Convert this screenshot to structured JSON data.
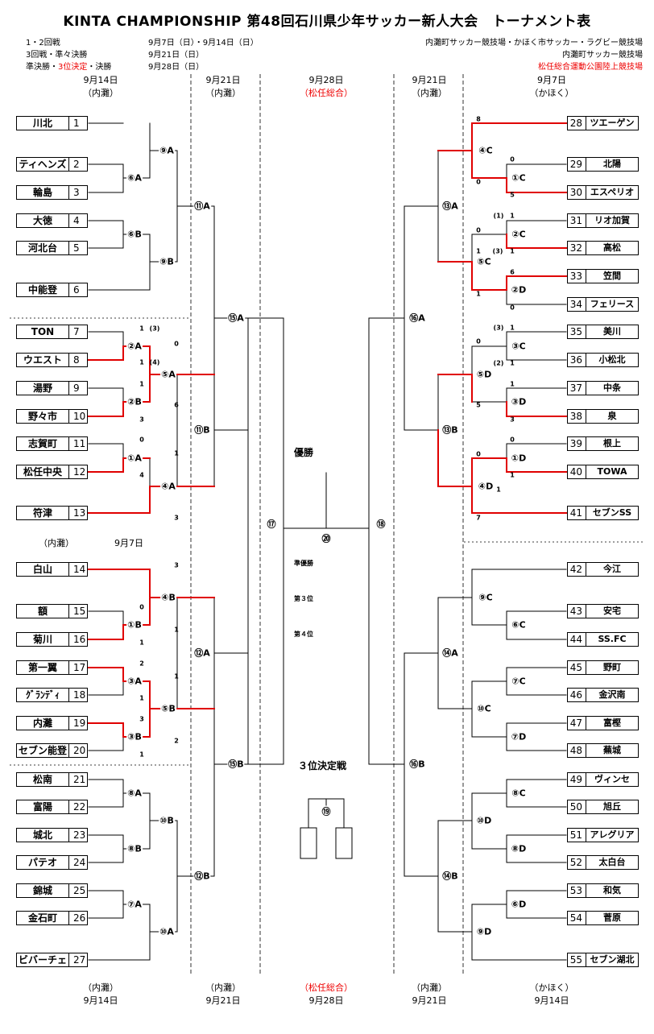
{
  "title": "KINTA CHAMPIONSHIP 第48回石川県少年サッカー新人大会　トーナメント表",
  "schedule": [
    {
      "round": "1・2回戦",
      "dates": "9月7日（日）・9月14日（日）"
    },
    {
      "round": "3回戦・準々決勝",
      "dates": "9月21日（日）"
    },
    {
      "round_a": "準決勝・",
      "round_b": "3位決定",
      "round_c": "・決勝",
      "dates": "9月28日（日）"
    }
  ],
  "venues": {
    "v1": "内灘町サッカー競技場・かほく市サッカー・ラグビー競技場",
    "v2": "内灘町サッカー競技場",
    "v3": "松任総合運動公園陸上競技場"
  },
  "colors": {
    "accent": "#e00000",
    "line": "#000000"
  },
  "headers_top": [
    {
      "date": "9月14日",
      "place": "（内灘）"
    },
    {
      "date": "9月21日",
      "place": "（内灘）"
    },
    {
      "date": "9月28日",
      "place": "（松任総合）"
    },
    {
      "date": "9月21日",
      "place": "（内灘）"
    },
    {
      "date": "9月7日",
      "place": "（かほく）"
    }
  ],
  "headers_bottom": [
    {
      "date": "9月14日",
      "place": "（内灘）"
    },
    {
      "date": "9月21日",
      "place": "（内灘）"
    },
    {
      "date": "9月28日",
      "place": "（松任総合）"
    },
    {
      "date": "9月21日",
      "place": "（内灘）"
    },
    {
      "date": "9月14日",
      "place": "（かほく）"
    }
  ],
  "mid_note": {
    "place": "（内灘）",
    "date": "9月7日"
  },
  "left_teams": [
    {
      "num": "1",
      "name": "川北"
    },
    {
      "num": "2",
      "name": "ティヘンズ"
    },
    {
      "num": "3",
      "name": "輪島"
    },
    {
      "num": "4",
      "name": "大徳"
    },
    {
      "num": "5",
      "name": "河北台"
    },
    {
      "num": "6",
      "name": "中能登"
    },
    {
      "num": "7",
      "name": "TON"
    },
    {
      "num": "8",
      "name": "ウエスト"
    },
    {
      "num": "9",
      "name": "湯野"
    },
    {
      "num": "10",
      "name": "野々市"
    },
    {
      "num": "11",
      "name": "志賀町"
    },
    {
      "num": "12",
      "name": "松任中央"
    },
    {
      "num": "13",
      "name": "符津"
    },
    {
      "num": "14",
      "name": "白山"
    },
    {
      "num": "15",
      "name": "額"
    },
    {
      "num": "16",
      "name": "菊川"
    },
    {
      "num": "17",
      "name": "第一翼"
    },
    {
      "num": "18",
      "name": "ｸﾞﾗﾝﾃﾞｨ"
    },
    {
      "num": "19",
      "name": "内灘"
    },
    {
      "num": "20",
      "name": "セブン能登"
    },
    {
      "num": "21",
      "name": "松南"
    },
    {
      "num": "22",
      "name": "富陽"
    },
    {
      "num": "23",
      "name": "城北"
    },
    {
      "num": "24",
      "name": "パテオ"
    },
    {
      "num": "25",
      "name": "錦城"
    },
    {
      "num": "26",
      "name": "金石町"
    },
    {
      "num": "27",
      "name": "ビバーチェ"
    }
  ],
  "right_teams": [
    {
      "num": "28",
      "name": "ツエーゲン"
    },
    {
      "num": "29",
      "name": "北陽"
    },
    {
      "num": "30",
      "name": "エスペリオ"
    },
    {
      "num": "31",
      "name": "リオ加賀"
    },
    {
      "num": "32",
      "name": "高松"
    },
    {
      "num": "33",
      "name": "笠間"
    },
    {
      "num": "34",
      "name": "フェリース"
    },
    {
      "num": "35",
      "name": "美川"
    },
    {
      "num": "36",
      "name": "小松北"
    },
    {
      "num": "37",
      "name": "中条"
    },
    {
      "num": "38",
      "name": "泉"
    },
    {
      "num": "39",
      "name": "根上"
    },
    {
      "num": "40",
      "name": "TOWA"
    },
    {
      "num": "41",
      "name": "セブンSS"
    },
    {
      "num": "42",
      "name": "今江"
    },
    {
      "num": "43",
      "name": "安宅"
    },
    {
      "num": "44",
      "name": "SS.FC"
    },
    {
      "num": "45",
      "name": "野町"
    },
    {
      "num": "46",
      "name": "金沢南"
    },
    {
      "num": "47",
      "name": "富樫"
    },
    {
      "num": "48",
      "name": "蕪城"
    },
    {
      "num": "49",
      "name": "ヴィンセ"
    },
    {
      "num": "50",
      "name": "旭丘"
    },
    {
      "num": "51",
      "name": "アレグリア"
    },
    {
      "num": "52",
      "name": "太白台"
    },
    {
      "num": "53",
      "name": "和気"
    },
    {
      "num": "54",
      "name": "菅原"
    },
    {
      "num": "55",
      "name": "セブン湖北"
    }
  ],
  "match_labels": {
    "l_9A": "⑨A",
    "l_6A": "⑥A",
    "l_6B": "⑥B",
    "l_9B": "⑨B",
    "l_2A": "②A",
    "l_2B": "②B",
    "l_5A": "⑤A",
    "l_1A": "①A",
    "l_4A": "④A",
    "l_4B": "④B",
    "l_1B": "①B",
    "l_3A": "③A",
    "l_3B": "③B",
    "l_5B": "⑤B",
    "l_8A": "⑧A",
    "l_8B": "⑧B",
    "l_10B": "⑩B",
    "l_7A": "⑦A",
    "l_10A": "⑩A",
    "l_11A": "⑪A",
    "l_11B": "⑪B",
    "l_12A": "⑫A",
    "l_12B": "⑫B",
    "l_15A": "⑮A",
    "l_15B": "⑮B",
    "l_17": "⑰",
    "r_4C": "④C",
    "r_1C": "①C",
    "r_2C": "②C",
    "r_5C": "⑤C",
    "r_2D": "②D",
    "r_3C": "③C",
    "r_5D": "⑤D",
    "r_3D": "③D",
    "r_1D": "①D",
    "r_4D": "④D",
    "r_9C": "⑨C",
    "r_6C": "⑥C",
    "r_7C": "⑦C",
    "r_10C": "⑩C",
    "r_7D": "⑦D",
    "r_8C": "⑧C",
    "r_10D": "⑩D",
    "r_8D": "⑧D",
    "r_6D": "⑥D",
    "r_9D": "⑨D",
    "r_13A": "⑬A",
    "r_13B": "⑬B",
    "r_14A": "⑭A",
    "r_14B": "⑭B",
    "r_16A": "⑯A",
    "r_16B": "⑯B",
    "r_18": "⑱",
    "final": "⑳",
    "third": "⑲"
  },
  "center": {
    "champion": "優勝",
    "runner_up": "準優勝",
    "third": "第３位",
    "fourth": "第４位",
    "third_place_match": "３位決定戦"
  },
  "scores": [
    {
      "id": "s1",
      "text": "1"
    },
    {
      "id": "s2",
      "text": "(3)"
    },
    {
      "id": "s3",
      "text": "1"
    },
    {
      "id": "s4",
      "text": "(4)"
    },
    {
      "id": "s5",
      "text": "0"
    },
    {
      "id": "s6",
      "text": "1"
    },
    {
      "id": "s7",
      "text": "3"
    },
    {
      "id": "s8",
      "text": "6"
    },
    {
      "id": "s9",
      "text": "0"
    },
    {
      "id": "s10",
      "text": "4"
    },
    {
      "id": "s11",
      "text": "1"
    },
    {
      "id": "s12",
      "text": "3"
    },
    {
      "id": "s13",
      "text": "3"
    },
    {
      "id": "s14",
      "text": "0"
    },
    {
      "id": "s15",
      "text": "1"
    },
    {
      "id": "s16",
      "text": "1"
    },
    {
      "id": "s17",
      "text": "2"
    },
    {
      "id": "s18",
      "text": "1"
    },
    {
      "id": "s19",
      "text": "1"
    },
    {
      "id": "s20",
      "text": "3"
    },
    {
      "id": "s21",
      "text": "1"
    },
    {
      "id": "s22",
      "text": "2"
    },
    {
      "id": "s23",
      "text": "8"
    },
    {
      "id": "s24",
      "text": "0"
    },
    {
      "id": "s25",
      "text": "0"
    },
    {
      "id": "s26",
      "text": "5"
    },
    {
      "id": "s27",
      "text": "(1)"
    },
    {
      "id": "s28",
      "text": "1"
    },
    {
      "id": "s29",
      "text": "0"
    },
    {
      "id": "s30",
      "text": "(3)"
    },
    {
      "id": "s31",
      "text": "1"
    },
    {
      "id": "s32",
      "text": "1"
    },
    {
      "id": "s33",
      "text": "6"
    },
    {
      "id": "s34",
      "text": "1"
    },
    {
      "id": "s35",
      "text": "0"
    },
    {
      "id": "s36",
      "text": "(3)"
    },
    {
      "id": "s37",
      "text": "1"
    },
    {
      "id": "s38",
      "text": "0"
    },
    {
      "id": "s39",
      "text": "1"
    },
    {
      "id": "s40",
      "text": "(2)"
    },
    {
      "id": "s41",
      "text": "1"
    },
    {
      "id": "s42",
      "text": "5"
    },
    {
      "id": "s43",
      "text": "0"
    },
    {
      "id": "s44",
      "text": "3"
    },
    {
      "id": "s45",
      "text": "0"
    },
    {
      "id": "s46",
      "text": "1"
    },
    {
      "id": "s47",
      "text": "1"
    },
    {
      "id": "s48",
      "text": "7"
    }
  ]
}
